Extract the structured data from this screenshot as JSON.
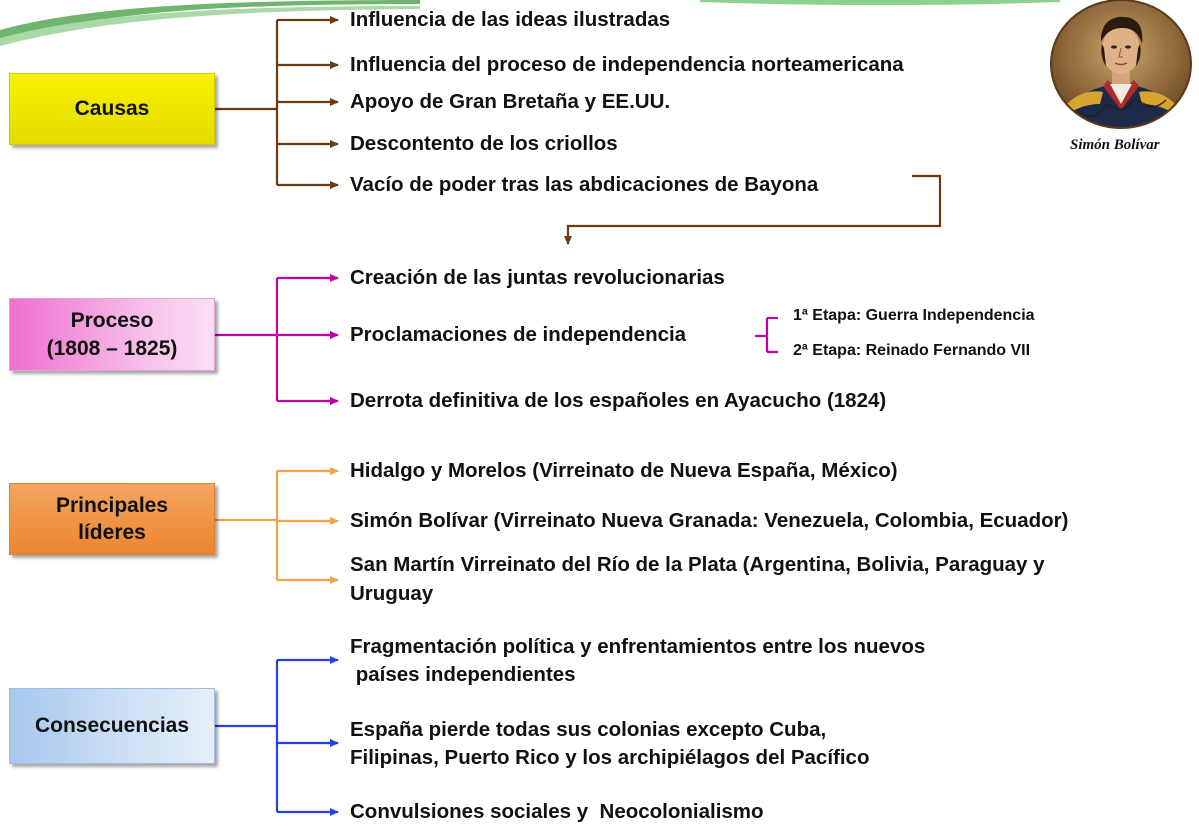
{
  "causas": {
    "label": "Causas",
    "items": [
      "Influencia de las ideas ilustradas",
      "Influencia del proceso de independencia norteamericana",
      "Apoyo de Gran Bretaña y EE.UU.",
      "Descontento de los criollos",
      "Vacío de poder tras las abdicaciones de Bayona"
    ]
  },
  "proceso": {
    "label_line1": "Proceso",
    "label_line2": "(1808 – 1825)",
    "items": [
      "Creación de las juntas revolucionarias",
      "Proclamaciones de independencia",
      "Derrota definitiva de los españoles en Ayacucho (1824)"
    ],
    "etapas": [
      "1ª Etapa: Guerra Independencia",
      "2ª Etapa: Reinado Fernando VII"
    ]
  },
  "lideres": {
    "label_line1": "Principales",
    "label_line2": "líderes",
    "items": [
      "Hidalgo y Morelos (Virreinato de Nueva España, México)",
      "Simón Bolívar (Virreinato Nueva Granada: Venezuela, Colombia, Ecuador)",
      "San Martín Virreinato del Río de la Plata (Argentina, Bolivia, Paraguay  y",
      "Uruguay"
    ]
  },
  "consecuencias": {
    "label": "Consecuencias",
    "items": [
      "Fragmentación política y enfrentamientos entre los nuevos",
      " países independientes",
      "España pierde todas sus colonias excepto Cuba,",
      "Filipinas, Puerto Rico y los archipiélagos del Pacífico",
      "Convulsiones sociales y  Neocolonialismo"
    ]
  },
  "portrait": {
    "caption": "Simón Bolívar"
  },
  "colors": {
    "causas": "#6b3a12",
    "proceso": "#c000a8",
    "lideres": "#f5a04a",
    "consecuencias": "#2b3fe6"
  }
}
